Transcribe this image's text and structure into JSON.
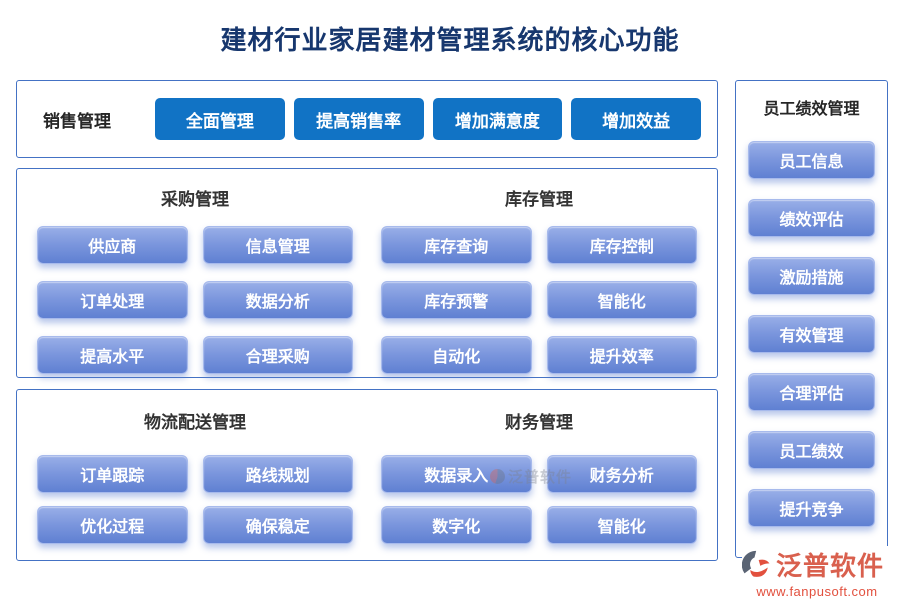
{
  "title": "建材行业家居建材管理系统的核心功能",
  "colors": {
    "title_navy": "#17376e",
    "box_border_blue": "#4472c4",
    "dark_button_blue": "#1173c5",
    "light_button_top": "#99afe8",
    "light_button_bottom": "#5f80d2",
    "button_text": "#ffffff",
    "section_header": "#333333",
    "logo_red": "#d9604e"
  },
  "sales": {
    "label": "销售管理",
    "buttons": [
      "全面管理",
      "提高销售率",
      "增加满意度",
      "增加效益"
    ]
  },
  "sections": [
    {
      "title": "采购管理",
      "buttons": [
        "供应商",
        "信息管理",
        "订单处理",
        "数据分析",
        "提高水平",
        "合理采购"
      ]
    },
    {
      "title": "库存管理",
      "buttons": [
        "库存查询",
        "库存控制",
        "库存预警",
        "智能化",
        "自动化",
        "提升效率"
      ]
    },
    {
      "title": "物流配送管理",
      "buttons": [
        "订单跟踪",
        "路线规划",
        "优化过程",
        "确保稳定"
      ]
    },
    {
      "title": "财务管理",
      "buttons": [
        "数据录入",
        "财务分析",
        "数字化",
        "智能化"
      ]
    }
  ],
  "hr_panel": {
    "title": "员工绩效管理",
    "buttons": [
      "员工信息",
      "绩效评估",
      "激励措施",
      "有效管理",
      "合理评估",
      "员工绩效",
      "提升竞争"
    ]
  },
  "watermark": {
    "text": "泛普软件"
  },
  "logo": {
    "name": "泛普软件",
    "url": "www.fanpusoft.com"
  }
}
